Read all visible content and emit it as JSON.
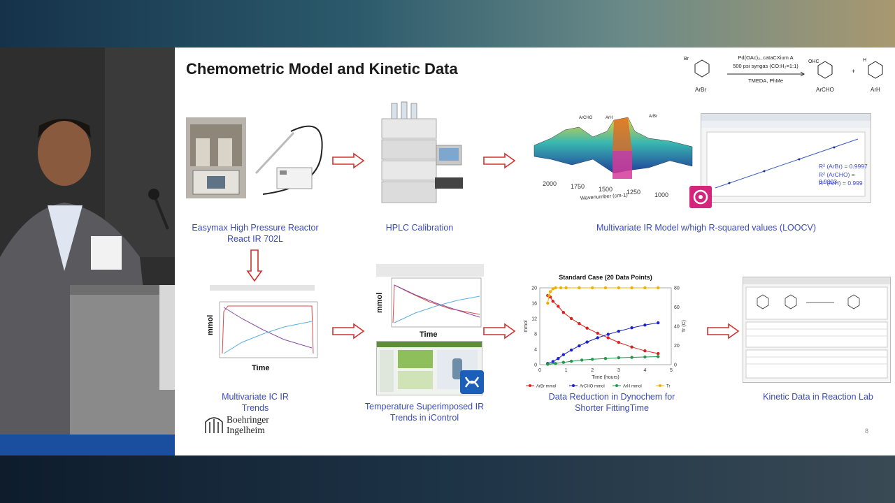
{
  "slide": {
    "title": "Chemometric Model and Kinetic Data",
    "page_number": "8",
    "logo": "Boehringer Ingelheim"
  },
  "scheme": {
    "reactant": "ArBr",
    "conditions_line1": "Pd(OAc)₂, cataCXium A",
    "conditions_line2": "500 psi syngas (CO:H₂=1:1)",
    "conditions_line3": "TMEDA, PhMe",
    "product1": "ArCHO",
    "product2": "ArH"
  },
  "captions": {
    "reactor": "Easymax High Pressure Reactor React IR 702L",
    "hplc": "HPLC Calibration",
    "ir_model": "Multivariate IR Model w/high R-squared values (LOOCV)",
    "ic_ir": "Multivariate IC IR Trends",
    "icontrol": "Temperature Superimposed IR Trends in iControl",
    "dynochem": "Data Reduction in Dynochem for Shorter FittingTime",
    "reaction_lab": "Kinetic Data in Reaction Lab"
  },
  "ir_plot": {
    "xlabel": "Wavenumber (cm-1)",
    "ticks": [
      "2000",
      "1750",
      "1500",
      "1250",
      "1000"
    ],
    "peak_labels": [
      "ArCHO",
      "ArH",
      "ArBr"
    ]
  },
  "r2": [
    "R² (ArBr) = 0.9997",
    "R² (ArCHO) = 0.9993",
    "R² (ArH) = 0.999"
  ],
  "trend_axes": {
    "ylabel": "mmol",
    "xlabel": "Time"
  },
  "chart_data": {
    "type": "line",
    "title": "Standard Case (20 Data Points)",
    "xlabel": "Time (hours)",
    "ylabel": "mmol",
    "y2label": "Tr (C)",
    "xlim": [
      0,
      5
    ],
    "ylim": [
      0,
      20
    ],
    "y2lim": [
      0,
      80
    ],
    "xticks": [
      0,
      1,
      2,
      3,
      4,
      5
    ],
    "yticks": [
      0,
      4,
      8,
      12,
      16,
      20
    ],
    "y2ticks": [
      0,
      20,
      40,
      60,
      80
    ],
    "series": [
      {
        "name": "ArBr mmol",
        "color": "#e02020",
        "axis": "left",
        "x": [
          0.3,
          0.4,
          0.5,
          0.7,
          0.9,
          1.2,
          1.5,
          1.8,
          2.2,
          2.6,
          3.0,
          3.5,
          4.0,
          4.5
        ],
        "y": [
          18,
          17.6,
          16.5,
          15.2,
          13.6,
          12.0,
          10.7,
          9.5,
          8.2,
          7.0,
          5.8,
          4.6,
          3.6,
          2.9
        ]
      },
      {
        "name": "ArCHO mmol",
        "color": "#1a22c8",
        "axis": "left",
        "x": [
          0.3,
          0.5,
          0.7,
          0.9,
          1.2,
          1.5,
          1.8,
          2.2,
          2.6,
          3.0,
          3.5,
          4.0,
          4.5
        ],
        "y": [
          0.3,
          0.8,
          1.6,
          2.6,
          3.8,
          4.9,
          5.9,
          7.0,
          7.9,
          8.7,
          9.6,
          10.3,
          10.9
        ]
      },
      {
        "name": "ArH mmol",
        "color": "#1e9a4a",
        "axis": "left",
        "x": [
          0.3,
          0.6,
          0.9,
          1.2,
          1.6,
          2.0,
          2.5,
          3.0,
          3.5,
          4.0,
          4.5
        ],
        "y": [
          0.1,
          0.3,
          0.6,
          0.9,
          1.2,
          1.4,
          1.6,
          1.8,
          1.9,
          2.0,
          2.1
        ]
      },
      {
        "name": "Tr",
        "color": "#f0b000",
        "axis": "right",
        "x": [
          0.3,
          0.35,
          0.4,
          0.5,
          0.6,
          0.8,
          1.0,
          1.5,
          2.0,
          2.5,
          3.0,
          3.5,
          4.0,
          4.5
        ],
        "y": [
          64,
          72,
          76,
          79,
          80,
          80,
          80,
          80,
          80,
          80,
          80,
          80,
          80,
          80
        ]
      }
    ]
  }
}
